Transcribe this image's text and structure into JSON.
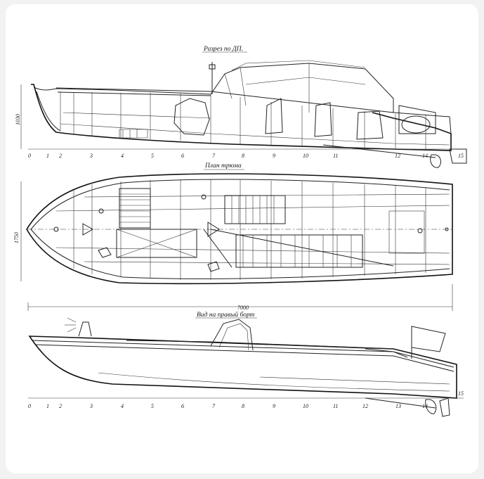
{
  "captions": {
    "section": "Разрез по ДП.",
    "plan": "План трюма",
    "side": "Вид на правый борт"
  },
  "dimensions": {
    "height": "1030",
    "beam": "1750",
    "length": "7000"
  },
  "stations_top": [
    "0",
    "1",
    "2",
    "3",
    "4",
    "5",
    "6",
    "7",
    "8",
    "9",
    "10",
    "11",
    "12",
    "14",
    "15"
  ],
  "stations_bottom": [
    "0",
    "1",
    "2",
    "3",
    "4",
    "5",
    "6",
    "7",
    "8",
    "9",
    "10",
    "11",
    "12",
    "13",
    "14",
    "15"
  ]
}
